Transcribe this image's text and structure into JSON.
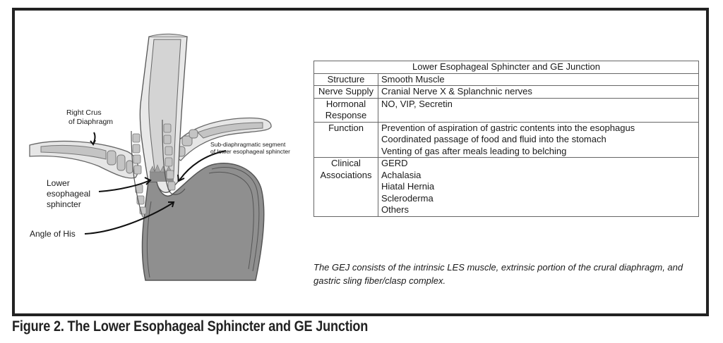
{
  "figure": {
    "caption": "Figure 2. The Lower Esophageal Sphincter and GE Junction",
    "note": "The GEJ consists of the intrinsic LES muscle, extrinsic portion of the crural diaphragm, and gastric sling fiber/clasp complex."
  },
  "diagram": {
    "labels": {
      "right_crus_line1": "Right Crus",
      "right_crus_line2": "of Diaphragm",
      "sub_diaphragmatic_line1": "Sub-diaphragmatic segment",
      "sub_diaphragmatic_line2": "of lower esophageal sphincter",
      "les_line1": "Lower",
      "les_line2": "esophageal",
      "les_line3": "sphincter",
      "angle_of_his": "Angle of His"
    },
    "colors": {
      "stomach_fill": "#8f8f8f",
      "esophagus_lumen": "#d4d4d4",
      "muscle_wall": "#bdbdbd",
      "outline": "#555555",
      "diaphragm_fill": "#e6e6e6"
    }
  },
  "table": {
    "title": "Lower Esophageal Sphincter and GE Junction",
    "rows": [
      {
        "key": "Structure",
        "values": [
          "Smooth Muscle"
        ]
      },
      {
        "key": "Nerve Supply",
        "values": [
          "Cranial Nerve X & Splanchnic nerves"
        ]
      },
      {
        "key": "Hormonal Response",
        "values": [
          "NO, VIP, Secretin"
        ]
      },
      {
        "key": "Function",
        "values": [
          "Prevention of aspiration of gastric contents into the esophagus",
          "Coordinated passage of food and fluid into the stomach",
          "Venting of gas after meals leading to belching"
        ]
      },
      {
        "key": "Clinical Associations",
        "values": [
          "GERD",
          "Achalasia",
          "Hiatal Hernia",
          "Scleroderma",
          "Others"
        ]
      }
    ]
  }
}
